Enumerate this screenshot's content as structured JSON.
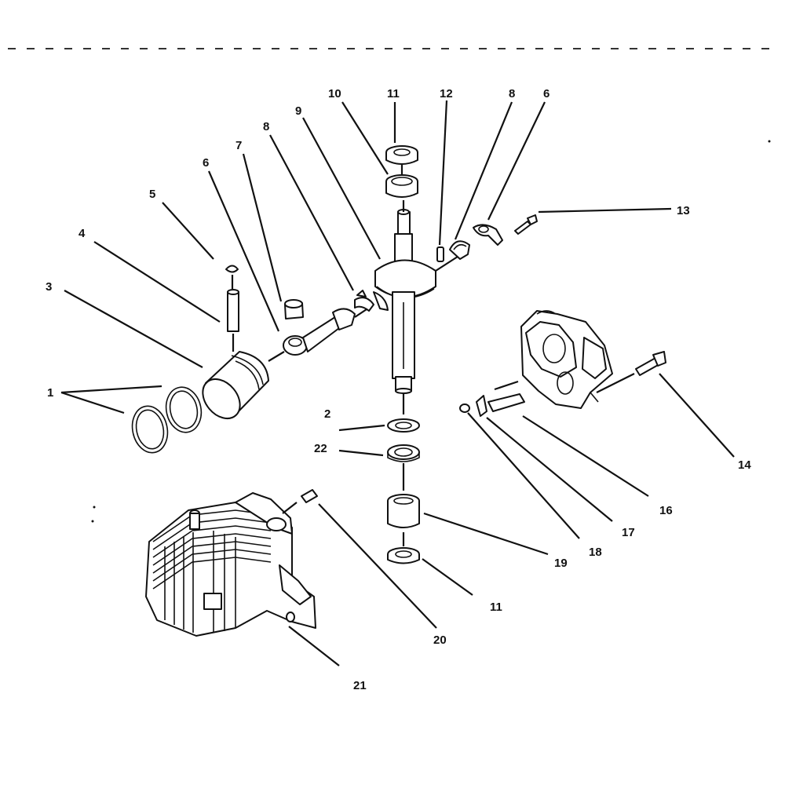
{
  "callouts": {
    "c1": "1",
    "c2": "2",
    "c3": "3",
    "c4": "4",
    "c5": "5",
    "c6a": "6",
    "c6b": "6",
    "c7": "7",
    "c8a": "8",
    "c8b": "8",
    "c9": "9",
    "c10": "10",
    "c11a": "11",
    "c11b": "11",
    "c12": "12",
    "c13": "13",
    "c14": "14",
    "c16": "16",
    "c17": "17",
    "c18": "18",
    "c19": "19",
    "c20": "20",
    "c21": "21",
    "c22": "22"
  },
  "colors": {
    "ink": "#111111",
    "paper": "#ffffff"
  }
}
